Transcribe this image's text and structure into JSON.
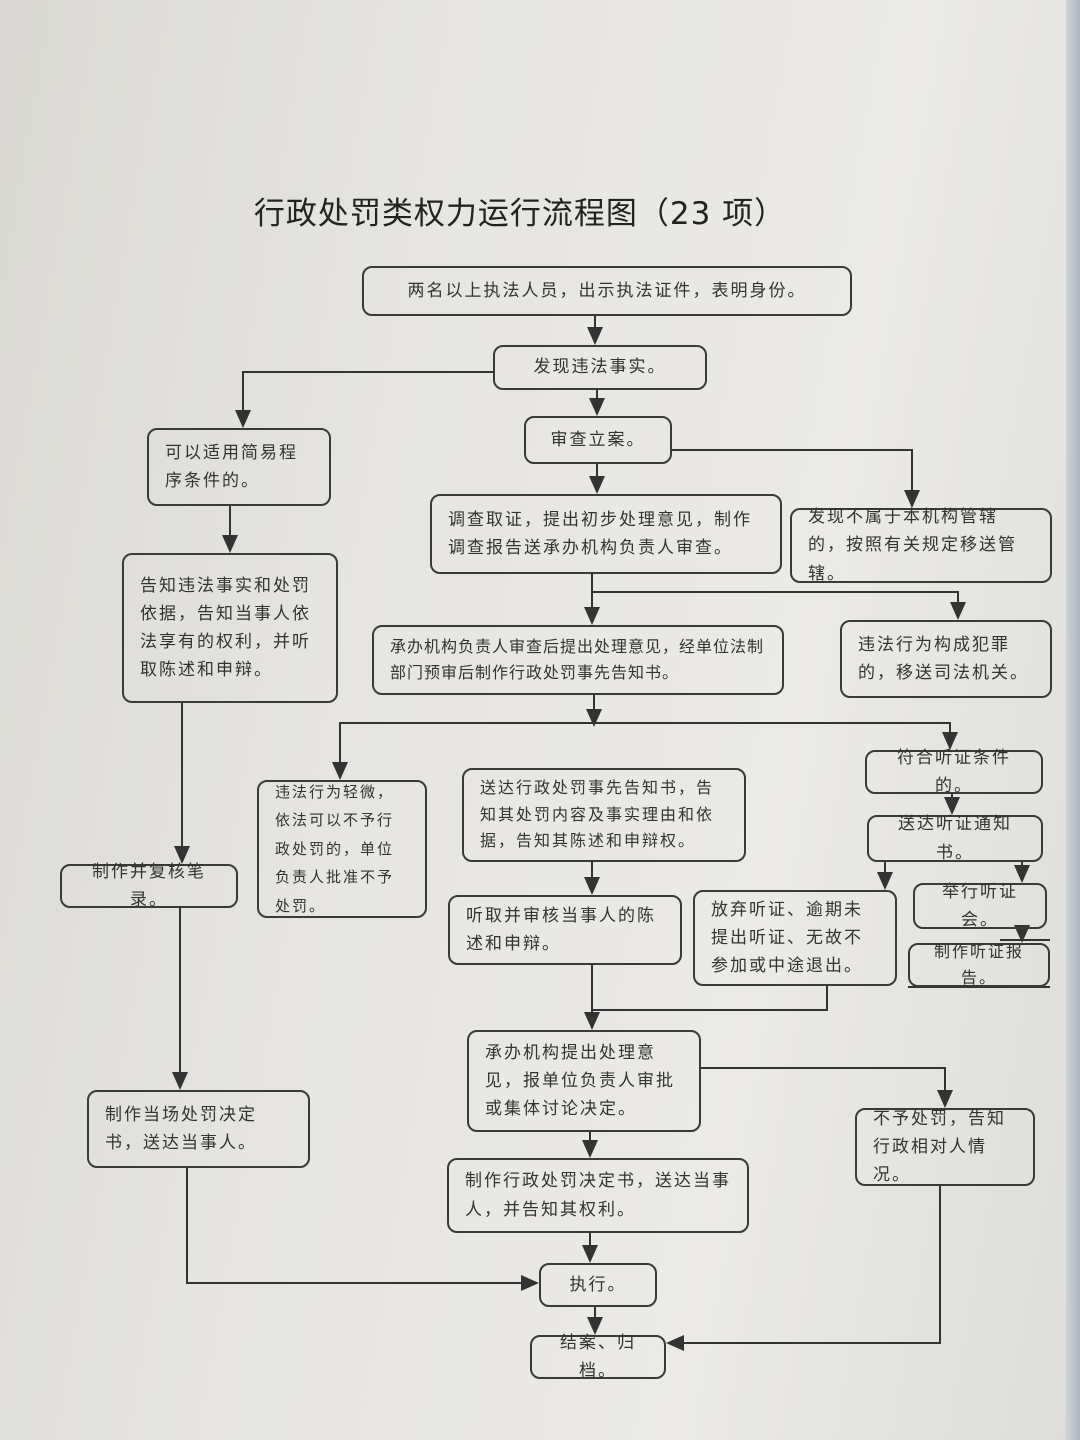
{
  "title": "行政处罚类权力运行流程图（23 项）",
  "nodes": {
    "b1": "两名以上执法人员，出示执法证件，表明身份。",
    "b2": "发现违法事实。",
    "b3": "可以适用简易程序条件的。",
    "b4": "审查立案。",
    "b5": "调查取证，提出初步处理意见，制作调查报告送承办机构负责人审查。",
    "b6": "发现不属于本机构管辖的，按照有关规定移送管辖。",
    "b7": "告知违法事实和处罚依据，告知当事人依法享有的权利，并听取陈述和申辩。",
    "b8": "承办机构负责人审查后提出处理意见，经单位法制部门预审后制作行政处罚事先告知书。",
    "b9": "违法行为构成犯罪的，移送司法机关。",
    "b10": "符合听证条件的。",
    "b11": "违法行为轻微，依法可以不予行政处罚的，单位负责人批准不予处罚。",
    "b12": "送达行政处罚事先告知书，告知其处罚内容及事实理由和依据，告知其陈述和申辩权。",
    "b13": "送达听证通知书。",
    "b14": "制作并复核笔录。",
    "b15": "举行听证会。",
    "b16": "听取并审核当事人的陈述和申辩。",
    "b17": "放弃听证、逾期未提出听证、无故不参加或中途退出。",
    "b18": "制作听证报告。",
    "b19": "承办机构提出处理意见，报单位负责人审批或集体讨论决定。",
    "b20": "制作当场处罚决定书，送达当事人。",
    "b21": "不予处罚，告知行政相对人情况。",
    "b22": "制作行政处罚决定书，送达当事人，并告知其权利。",
    "b23": "执行。",
    "b24": "结案、归档。"
  }
}
